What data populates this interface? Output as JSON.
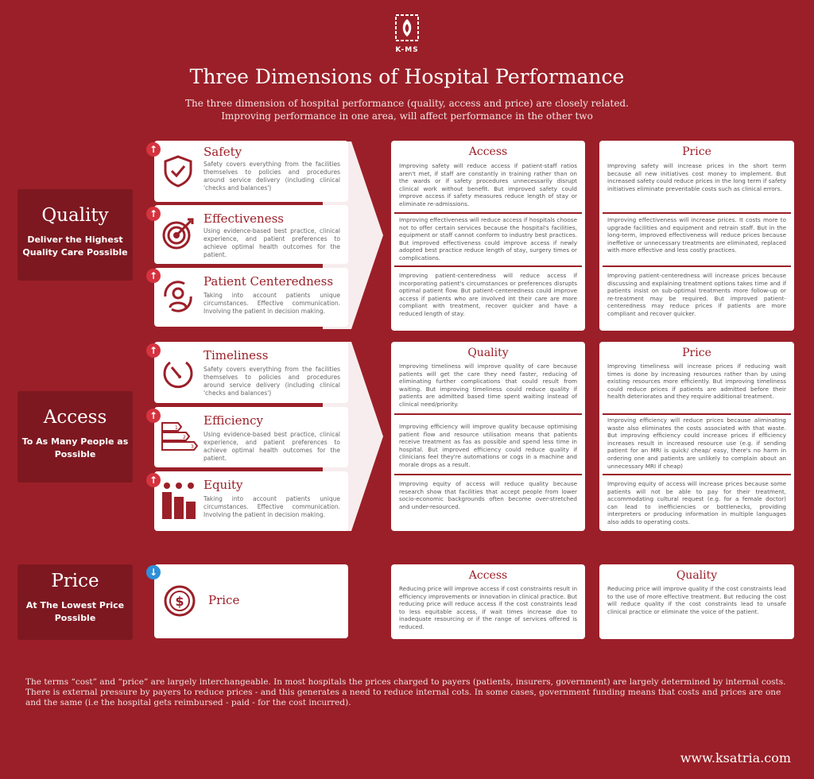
{
  "logo": {
    "text": "K-MS"
  },
  "header": {
    "title": "Three Dimensions of Hospital Performance",
    "subtitle": "The three dimension of hospital performance (quality, access and price) are closely related. Improving performance in one area, will affect performance in the other two"
  },
  "quality": {
    "box": {
      "title": "Quality",
      "subtitle": "Deliver the Highest Quality Care Possible"
    },
    "cards": [
      {
        "title": "Safety",
        "text": "Safety covers everything from the facilities themselves to policies and procedures around service delivery (including clinical 'checks and balances')",
        "icon": "shield-check-icon",
        "badge": "up"
      },
      {
        "title": "Effectiveness",
        "text": "Using evidence-based best practice, clinical experience, and patient preferences to achieve optimal health outcomes for the patient.",
        "icon": "target-icon",
        "badge": "up"
      },
      {
        "title": "Patient Centeredness",
        "text": "Taking into account patients unique circumstances. Effective communication. Involving the patient in decision making.",
        "icon": "patient-cycle-icon",
        "badge": "up"
      }
    ],
    "access_panel": {
      "title": "Access",
      "blocks": [
        "Improving safety will reduce access if patient-staff ratios aren't met, if staff are constantly in training rather than on the wards or if safety procedures unnecessarily disrupt clinical work without benefit. But improved safety could improve access if safety measures reduce length of stay or eliminate re-admissions.",
        "Improving effectiveness will reduce access if hospitals choose not to offer certain services because the hospital's facilities, equipment or staff cannot conform to industry best practices. But improved effectiveness could improve access if newly adopted best practice reduce length of stay, surgery times or complications.",
        "Improving patient-centeredness will reduce access if incorporating patient's circumstances or preferences disrupts optimal patient flow. But patient-centeredness could improve access if patients who are involved int their care are more compliant with treatment, recover quicker and have a reduced length of stay."
      ]
    },
    "price_panel": {
      "title": "Price",
      "blocks": [
        "Improving safety will increase prices in the short term because all new initiatives cost money to implement. But increased safety could reduce prices in the long term if safety initiatives eliminate preventable costs such as clinical errors.",
        "Improving effectiveness will increase prices. It costs more to upgrade facilities and equipment and retrain staff. But in the long-term, improved effectiveness will reduce prices because ineffetive or unnecessary treatments are eliminated, replaced with more effective and less costly practices.",
        "Improving patient-centeredness will increase prices because discussing and explaining treatment options takes time and if patients insist on sub-optimal treatments more follow-up or re-treatment may be required. But improved patient-centeredness may reduce prices if patients are more compliant and recover quicker."
      ]
    }
  },
  "access": {
    "box": {
      "title": "Access",
      "subtitle": "To As Many People as Possible"
    },
    "cards": [
      {
        "title": "Timeliness",
        "text": "Safety covers everything from the facilities themselves to policies and procedures around service delivery (including clinical 'checks and balances')",
        "icon": "gauge-icon",
        "badge": "up"
      },
      {
        "title": "Efficiency",
        "text": "Using evidence-based best practice, clinical experience, and patient preferences to achieve optimal health outcomes for the patient.",
        "icon": "steps-icon",
        "badge": "up"
      },
      {
        "title": "Equity",
        "text": "Taking into account patients unique circumstances. Effective communication. Involving the patient in decision making.",
        "icon": "people-bars-icon",
        "badge": "up"
      }
    ],
    "quality_panel": {
      "title": "Quality",
      "blocks": [
        "Improving timeliness will improve quality of care because patients will get the care they need faster, reducing of eliminating further complications that could result from waiting. But improving timeliness could reduce quality if patients are admitted based time spent waiting instead of clinical need/priority.",
        "Improving efficiency will improve quality because optimising patient flow and resource utilisation means that patients receive treatment as fas as possible and spend less time in hospital. But improved efficiency could reduce quality if clinicians feel they're automations or cogs in a machine and morale drops as a result.",
        "Improving equity of access will reduce quality because research show that facilities that accept people from lower socio-economic backgrounds often become over-stretched and under-resourced."
      ]
    },
    "price_panel": {
      "title": "Price",
      "blocks": [
        "Improving timeliness will increase prices if reducing wait times is done by increasing resources rather than by using existing resources more efficiently. But improving timeliness could reduce prices if patients are admitted before their health deteriorates and they require additional treatment.",
        "Improving efficiency will reduce prices because aliminating waste also eliminates the costs associated with that waste. But improving efficiency could increase prices if efficiency increases result in increased resource use (e.g. if sending patient for an MRI is quick/ cheap/ easy, there's no harm in ordering one and patients are unlikely to complain about an unnecessary MRI if cheap)",
        "Improving equity of access will increase prices because some patients will not be able to pay for their treatment, accommodating cultural request (e.g. for a female doctor) can lead to inefficiencies or bottlenecks, providing interpreters or producing information in multiple languages also adds to operating costs."
      ]
    }
  },
  "price": {
    "box": {
      "title": "Price",
      "subtitle": "At The Lowest Price Possible"
    },
    "card": {
      "title": "Price",
      "icon": "dollar-icon",
      "badge": "down"
    },
    "access_panel": {
      "title": "Access",
      "text": "Reducing price will improve access if cost constraints result in efficiency improvements or innovation in clinical practice. But reducing price will reduce access if the cost constraints lead to less equitable access, if wait times increase due to inadequate resourcing or if the range of services offered is reduced."
    },
    "quality_panel": {
      "title": "Quality",
      "text": "Reducing price will improve quality if the cost constraints lead to the use of more effective treatment. But reducing the cost will reduce quality if the cost constraints lead to unsafe clinical practice or eliminate the voice of the patient."
    }
  },
  "footer": {
    "text": "The terms “cost” and “price” are largely interchangeable. In most hospitals the prices charged to payers (patients, insurers, government) are largely determined by internal costs. There is external pressure by payers to reduce prices - and this generates a need to reduce internal cots. In some cases, government funding means that costs and prices are one and the same (i.e the hospital gets reimbursed - paid - for the cost incurred).",
    "url": "www.ksatria.com"
  },
  "colors": {
    "background": "#9b1f28",
    "dark_box": "#7d1820",
    "accent": "#d4333f",
    "down_badge": "#2f8fd8"
  }
}
